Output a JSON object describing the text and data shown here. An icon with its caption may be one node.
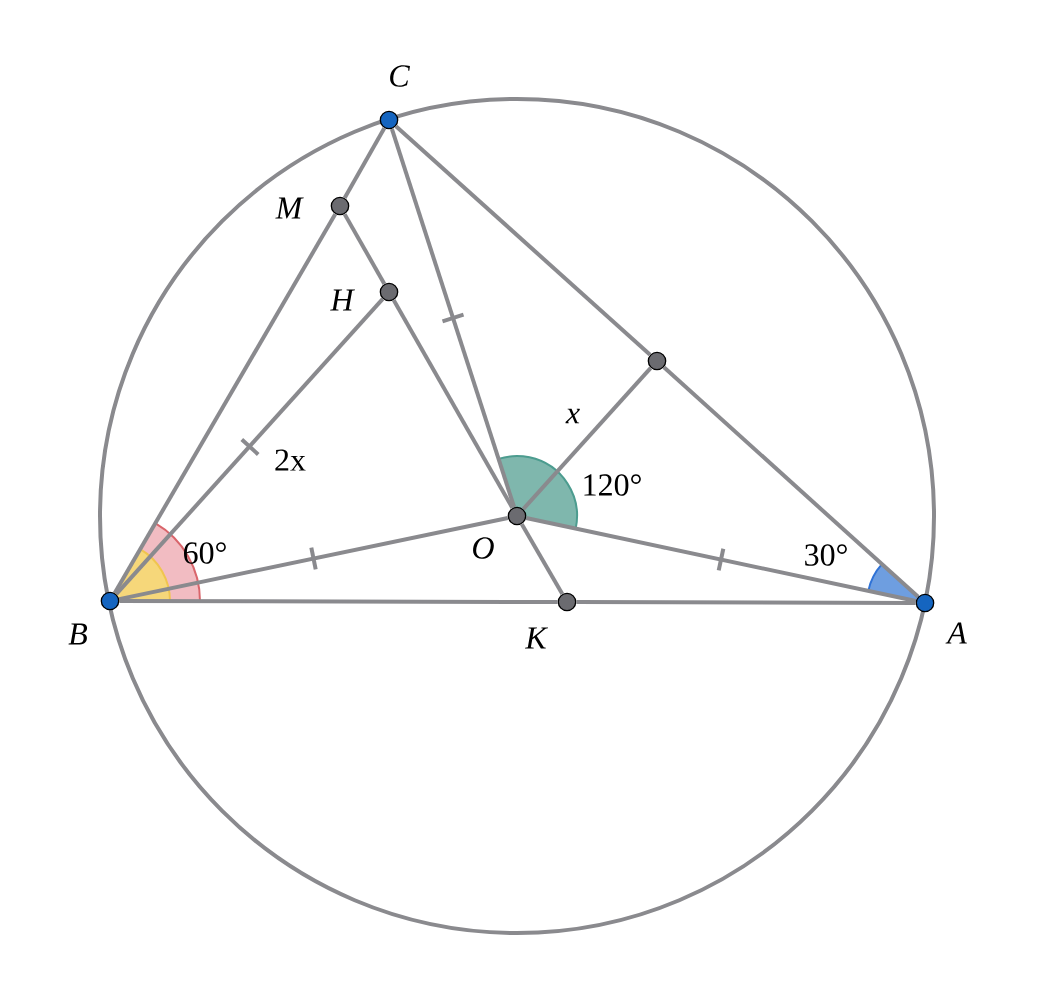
{
  "diagram": {
    "nodes": [
      {
        "text": [
          "C"
        ]
      },
      {
        "text": [
          "M"
        ]
      },
      {
        "text": [
          "H"
        ]
      },
      {
        "text": [
          "O"
        ]
      },
      {
        "text": [
          "B"
        ]
      },
      {
        "text": [
          "K"
        ]
      },
      {
        "text": [
          "A"
        ]
      },
      {
        "text": [],
        "shape": "circle"
      }
    ],
    "edges": [
      {
        "from": 0,
        "to": 1,
        "arrow": "none"
      },
      {
        "from": 1,
        "to": 4,
        "arrow": "none"
      },
      {
        "from": 0,
        "to": 3,
        "arrow": "none"
      },
      {
        "from": 0,
        "to": 7,
        "arrow": "none"
      },
      {
        "from": 7,
        "to": 6,
        "arrow": "none"
      },
      {
        "from": 1,
        "to": 2,
        "arrow": "none"
      },
      {
        "from": 2,
        "to": 3,
        "arrow": "none"
      },
      {
        "from": 3,
        "to": 5,
        "arrow": "none"
      },
      {
        "from": 4,
        "to": 2,
        "arrow": "none",
        "label": "2x"
      },
      {
        "from": 4,
        "to": 3,
        "arrow": "none"
      },
      {
        "from": 3,
        "to": 7,
        "arrow": "none",
        "label": "x"
      },
      {
        "from": 3,
        "to": 6,
        "arrow": "none"
      },
      {
        "from": 4,
        "to": 5,
        "arrow": "none"
      },
      {
        "from": 5,
        "to": 6,
        "arrow": "none"
      }
    ],
    "labels": [
      "60°",
      "120°",
      "30°"
    ]
  }
}
